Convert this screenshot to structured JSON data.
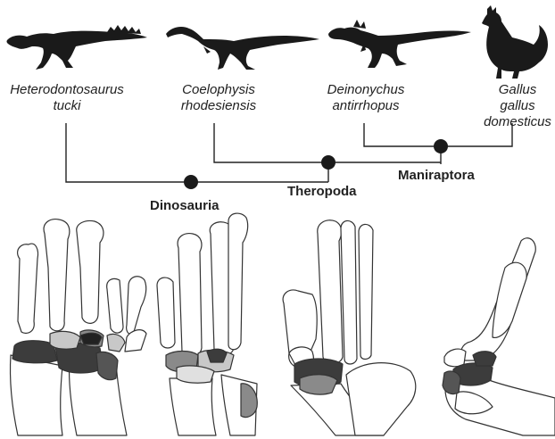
{
  "taxa": [
    {
      "genus": "Heterodontosaurus",
      "species": "tucki"
    },
    {
      "genus": "Coelophysis",
      "species": "rhodesiensis"
    },
    {
      "genus": "Deinonychus",
      "species": "antirrhopus"
    },
    {
      "genus": "Gallus",
      "species": "gallus",
      "subspecies": "domesticus"
    }
  ],
  "clades": {
    "dinosauria": "Dinosauria",
    "theropoda": "Theropoda",
    "maniraptora": "Maniraptora"
  },
  "colors": {
    "line": "#222222",
    "node": "#1a1a1a",
    "bone_fill": "#ffffff",
    "bone_stroke": "#333333",
    "carpal_dark": "#3c3c3c",
    "carpal_mid": "#8a8a8a",
    "carpal_light": "#c8c8c8"
  },
  "icons": [
    "heterodontosaurus-silhouette-icon",
    "coelophysis-silhouette-icon",
    "deinonychus-silhouette-icon",
    "rooster-silhouette-icon"
  ]
}
